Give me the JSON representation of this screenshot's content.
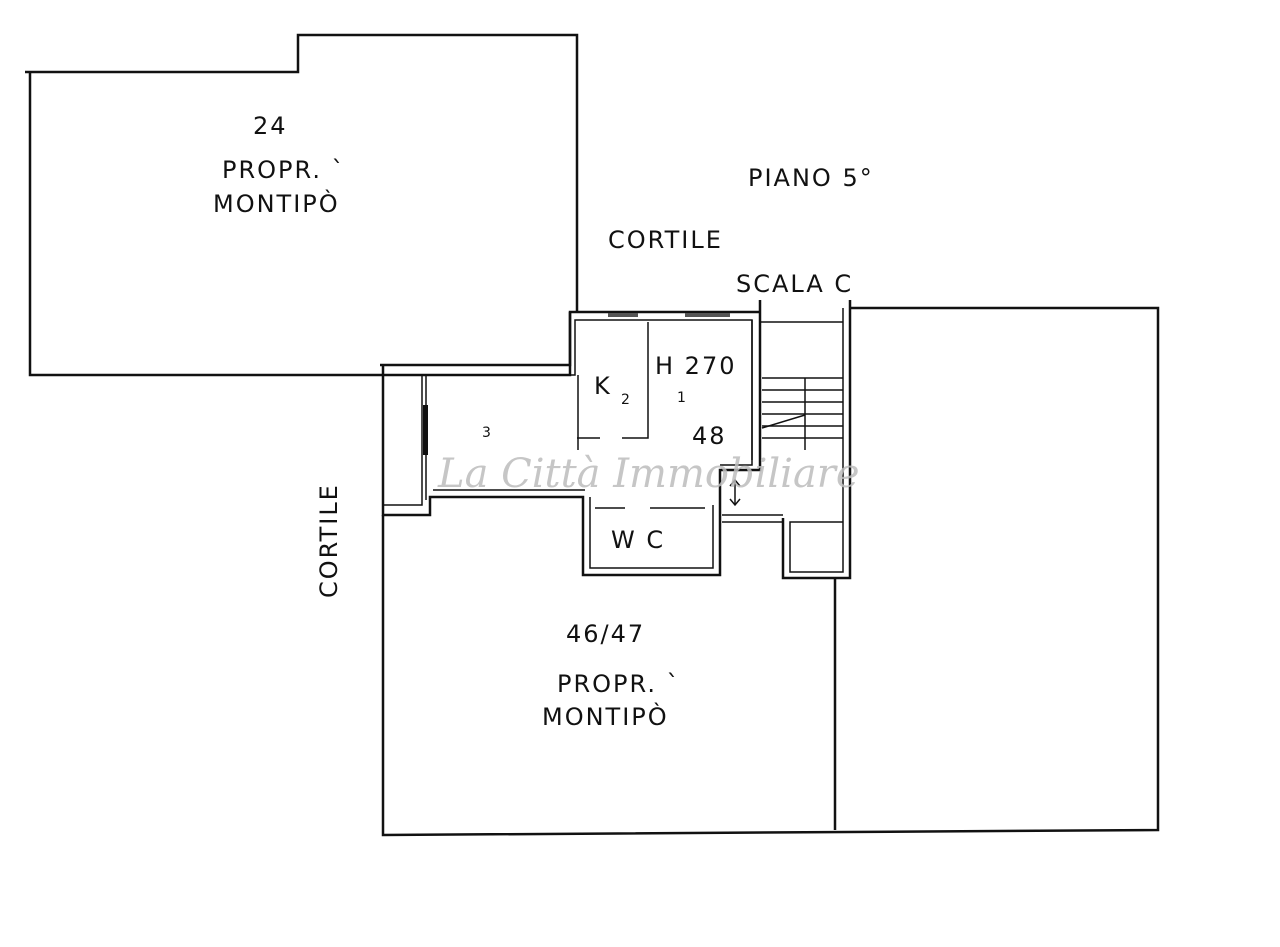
{
  "labels": {
    "unit_24_number": "24",
    "unit_24_owner_line1": "PROPR. `",
    "unit_24_owner_line2": "MONTIPÒ",
    "floor": "PIANO 5°",
    "courtyard_top": "CORTILE",
    "stair": "SCALA C",
    "kitchen": "K",
    "kitchen_sub": "2",
    "height": "H 270",
    "unit_number": "48",
    "room_3": "3",
    "room_1": "1",
    "wc": "W C",
    "courtyard_left": "CORTILE",
    "unit_46_47_number": "46/47",
    "unit_46_47_owner_line1": "PROPR. `",
    "unit_46_47_owner_line2": "MONTIPÒ"
  },
  "watermark": "La Città Immobiliare"
}
